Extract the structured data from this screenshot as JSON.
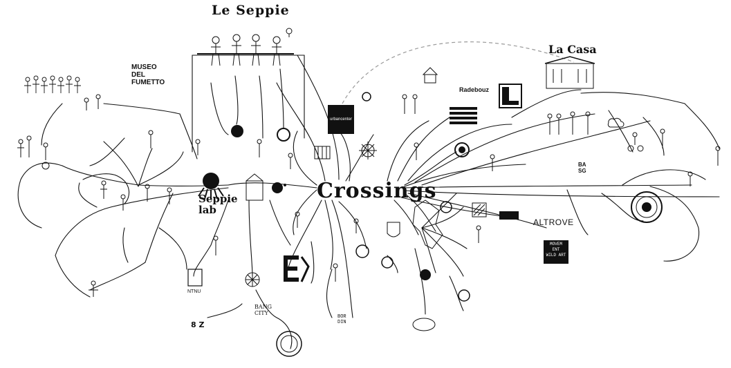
{
  "titles": {
    "main": "Crossings",
    "seppie": "Le Seppie",
    "casa": "La Casa",
    "museo": "MUSEO\nDEL\nFUMETTO",
    "seppielab": "Seppie\nlab"
  },
  "logos": {
    "altrove": "ALTROVE",
    "radebouz": "Radebouz",
    "ntnu": "NTNU",
    "bangcity": "BANG\nCITY",
    "bordin": "BOR\nDIN",
    "altrovebox": "MOVEM\nENT\nWILD ART",
    "seattle": "urbancenter",
    "ex": "EX",
    "oz": "8 Z",
    "bsg": "BA\nSG"
  },
  "colors": {
    "ink": "#111111",
    "paper": "#ffffff",
    "dash": "#999999"
  }
}
